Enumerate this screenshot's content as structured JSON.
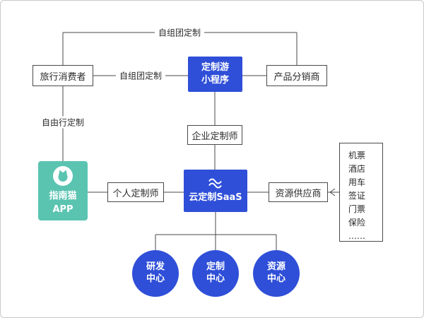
{
  "colors": {
    "primary_blue": "#2f4fd8",
    "teal": "#5ac4b1",
    "line": "#4a4a4a"
  },
  "nodes": {
    "travel_consumer": "旅行消费者",
    "custom_tour_miniprogram": [
      "定制游",
      "小程序"
    ],
    "product_distributor": "产品分销商",
    "enterprise_designer": "企业定制师",
    "zhinanmao_app": [
      "指南猫",
      "APP"
    ],
    "personal_designer": "个人定制师",
    "cloud_saas": "云定制SaaS",
    "resource_supplier": "资源供应商",
    "resource_items": [
      "机票",
      "酒店",
      "用车",
      "签证",
      "门票",
      "保险",
      "……"
    ],
    "rd_center": [
      "研发",
      "中心"
    ],
    "custom_center": [
      "定制",
      "中心"
    ],
    "resource_center": [
      "资源",
      "中心"
    ]
  },
  "edge_labels": {
    "top_loop": "自组团定制",
    "consumer_to_miniprogram": "自组团定制",
    "consumer_to_app": "自由行定制"
  }
}
